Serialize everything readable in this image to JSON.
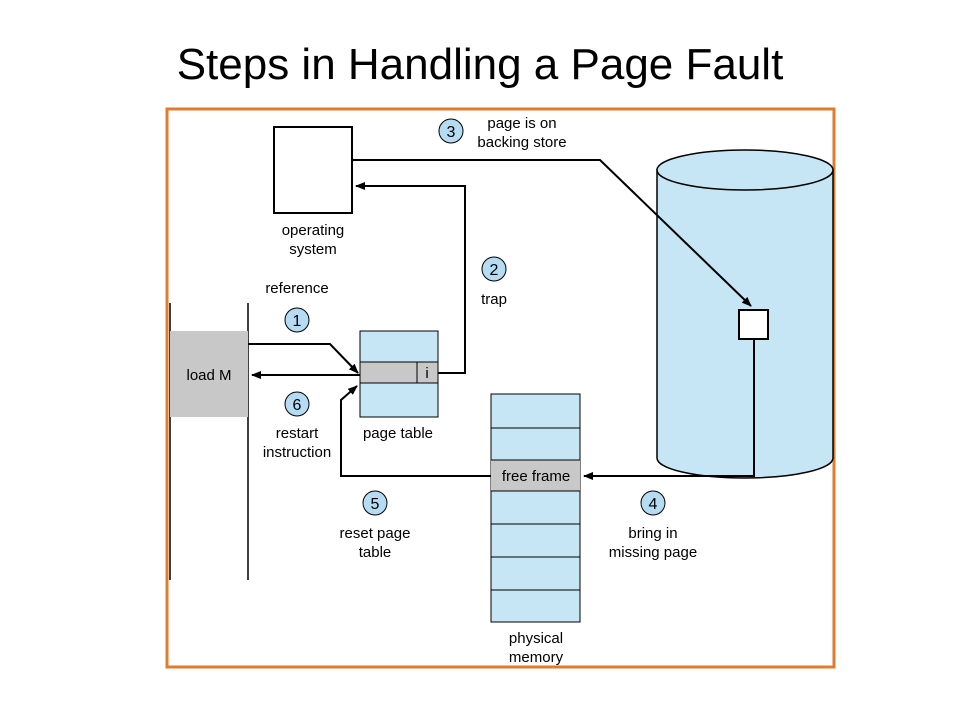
{
  "title": "Steps in Handling a Page Fault",
  "labels": {
    "os_line1": "operating",
    "os_line2": "system",
    "reference": "reference",
    "load_m": "load M",
    "page_table": "page table",
    "invalid_bit": "i",
    "restart_line1": "restart",
    "restart_line2": "instruction",
    "reset_line1": "reset page",
    "reset_line2": "table",
    "trap": "trap",
    "backing_line1": "page is on",
    "backing_line2": "backing store",
    "free_frame": "free frame",
    "bring_line1": "bring in",
    "bring_line2": "missing page",
    "phys_line1": "physical",
    "phys_line2": "memory"
  },
  "steps": [
    "1",
    "2",
    "3",
    "4",
    "5",
    "6"
  ],
  "colors": {
    "frame_border": "#e07d2c",
    "light_blue": "#c6e6f6",
    "grey": "#c8c8c8",
    "step_circle": "#b5dcf3"
  }
}
